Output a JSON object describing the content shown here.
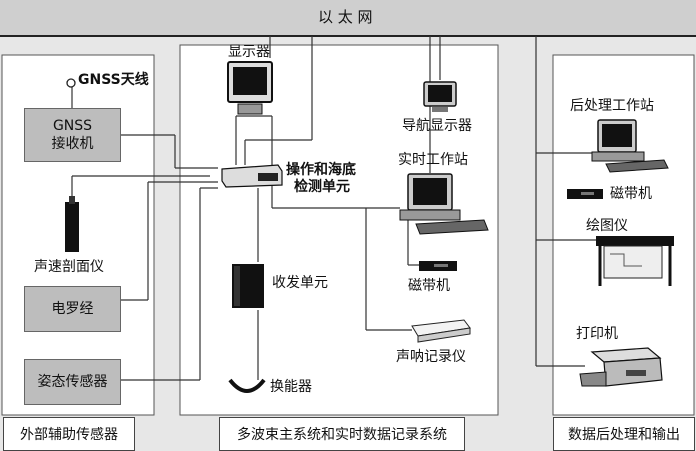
{
  "network": {
    "label": "以 太 网"
  },
  "left_panel": {
    "antenna_label": "GNSS天线",
    "receiver_label_line1": "GNSS",
    "receiver_label_line2": "接收机",
    "svp_label": "声速剖面仪",
    "gyro_label": "电罗经",
    "motion_label": "姿态传感器",
    "footer": "外部辅助传感器"
  },
  "center_panel": {
    "monitor_label": "显示器",
    "nav_display_label": "导航显示器",
    "control_label_line1": "操作和海底",
    "control_label_line2": "检测单元",
    "workstation_label": "实时工作站",
    "transceiver_label": "收发单元",
    "tape_label": "磁带机",
    "sonar_recorder_label": "声呐记录仪",
    "transducer_label": "换能器",
    "footer": "多波束主系统和实时数据记录系统"
  },
  "right_panel": {
    "post_ws_label": "后处理工作站",
    "tape_label": "磁带机",
    "plotter_label": "绘图仪",
    "printer_label": "打印机",
    "footer": "数据后处理和输出"
  }
}
